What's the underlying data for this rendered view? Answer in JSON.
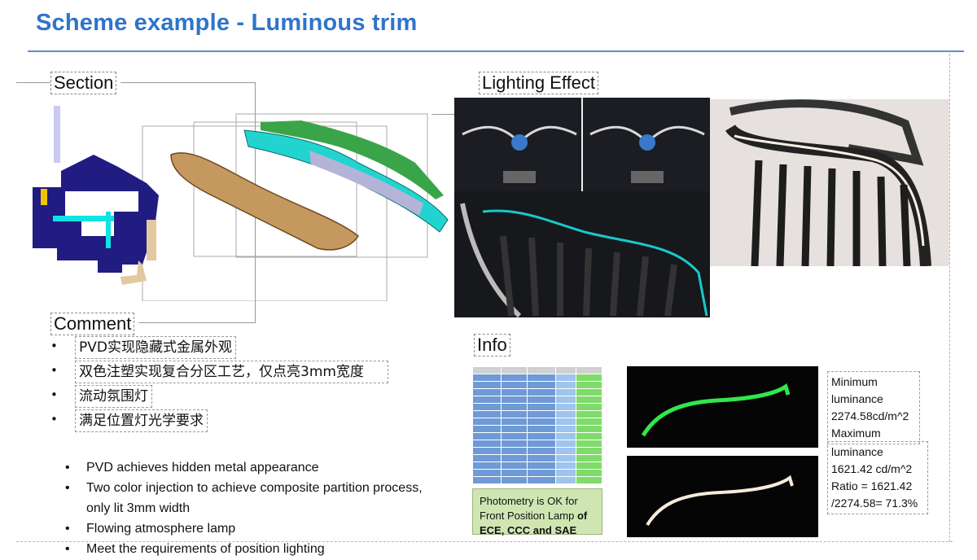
{
  "title": "Scheme example - Luminous trim",
  "labels": {
    "section": "Section",
    "lighting_effect": "Lighting Effect",
    "comment": "Comment",
    "info": "Info"
  },
  "comments_cn": [
    "PVD实现隐藏式金属外观",
    "双色注塑实现复合分区工艺，仅点亮3mm宽度",
    "流动氛围灯",
    "满足位置灯光学要求"
  ],
  "comments_en": [
    "PVD achieves hidden metal appearance",
    "Two color injection to achieve composite partition process, only lit 3mm width",
    "Flowing atmosphere lamp",
    "Meet the requirements of position lighting"
  ],
  "photometry": {
    "line1": "Photometry is OK for",
    "line2_a": "Front Position Lamp ",
    "line2_b": "of",
    "line3": "ECE, CCC and SAE"
  },
  "luminance": {
    "min_label_1": "Minimum",
    "min_label_2": "luminance",
    "min_value": "2274.58cd/m^2",
    "max_label_1": "Maximum",
    "max_label_2": "luminance",
    "max_value": "1621.42 cd/m^2",
    "ratio_1": "Ratio = 1621.42",
    "ratio_2": "/2274.58= 71.3%"
  },
  "colors": {
    "title": "#2f74c9",
    "accent_cyan": "#16d2d8",
    "table_blue": "#6f9ad6",
    "table_green": "#7fdc6a",
    "photometry_bg": "#cfe6b3"
  }
}
